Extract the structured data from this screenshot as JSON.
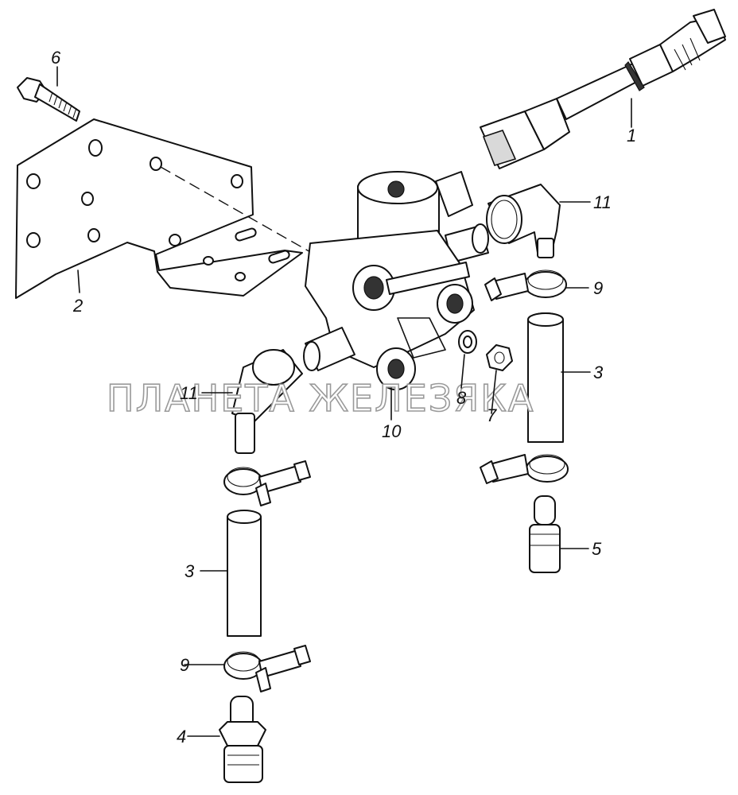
{
  "callouts": {
    "c1": "1",
    "c2": "2",
    "c3a": "3",
    "c3b": "3",
    "c4": "4",
    "c5": "5",
    "c6": "6",
    "c7": "7",
    "c8": "8",
    "c9a": "9",
    "c9b": "9",
    "c10": "10",
    "c11a": "11",
    "c11b": "11"
  },
  "watermark": "ПЛАНЕТА ЖЕЛЕЗЯКА"
}
